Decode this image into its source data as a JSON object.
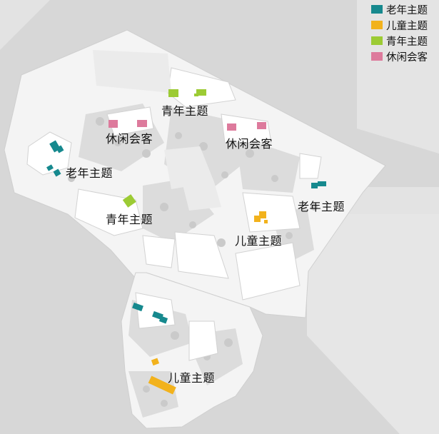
{
  "colors": {
    "elderly": "#16898e",
    "children": "#f2b21c",
    "youth": "#9ccb34",
    "leisure": "#dd7a9c"
  },
  "legend": [
    {
      "key": "elderly",
      "label": "老年主题"
    },
    {
      "key": "children",
      "label": "儿童主题"
    },
    {
      "key": "youth",
      "label": "青年主题"
    },
    {
      "key": "leisure",
      "label": "休闲会客"
    }
  ],
  "zones": {
    "youth_north": "青年主题",
    "leisure_west": "休闲会客",
    "leisure_east": "休闲会客",
    "elderly_west": "老年主题",
    "youth_center": "青年主题",
    "elderly_east": "老年主题",
    "children_center": "儿童主题",
    "children_south": "儿童主题"
  }
}
